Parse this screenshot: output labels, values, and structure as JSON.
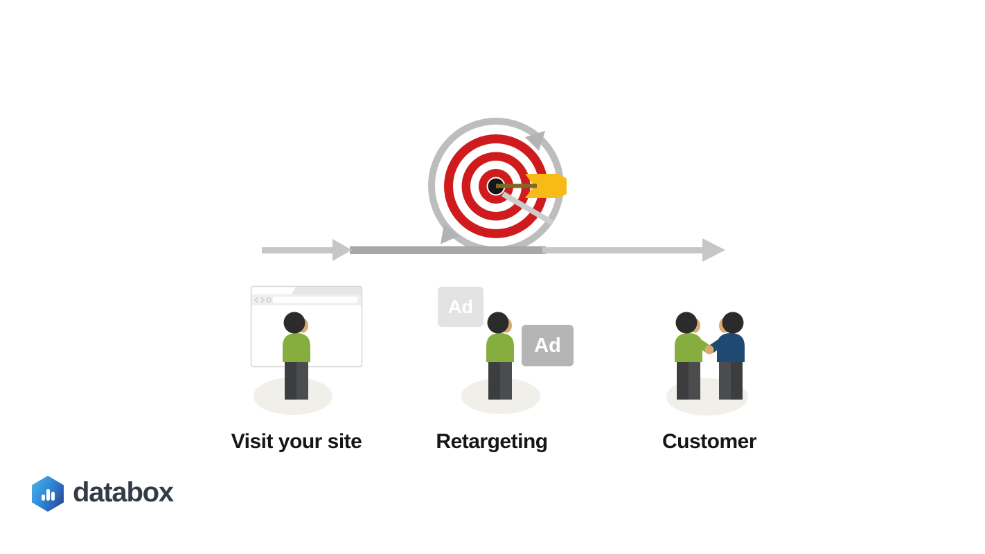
{
  "page": {
    "background": "#ffffff"
  },
  "illustration": {
    "loop": {
      "icon": "circular-retargeting-loop-icon",
      "color": "#bdbdbd",
      "arrowhead_color": "#b3b3b3"
    },
    "target": {
      "icon": "bullseye-target-icon",
      "ring_red": "#cf1b1d",
      "ring_white": "#ffffff",
      "bullseye_black": "#161616",
      "dart_icon": "dart-arrow-icon",
      "dart_yellow": "#f7ba16",
      "dart_shaft": "#7d6824",
      "dart_shadow": "#cccccc"
    },
    "timeline": {
      "icon": "timeline-arrow-icon",
      "light_gray": "#c6c6c6",
      "dark_gray": "#a7a7a7"
    }
  },
  "steps": [
    {
      "id": "visit-your-site",
      "label": "Visit your site",
      "icon": "browser-visitor-icon"
    },
    {
      "id": "retargeting",
      "label": "Retargeting",
      "icon": "ad-retargeting-icon",
      "ad_badges": [
        {
          "label": "Ad",
          "background": "#e3e3e3"
        },
        {
          "label": "Ad",
          "background": "#b5b5b5"
        }
      ]
    },
    {
      "id": "customer",
      "label": "Customer",
      "icon": "handshake-customers-icon"
    }
  ],
  "step_label_color": "#161616",
  "figures": {
    "shirt_green": "#86ae3e",
    "shirt_navy": "#204972",
    "pants_dark": "#3c3d3f",
    "pants_light": "#4b4c4e",
    "skin": "#d9aa6f",
    "hair": "#2b2b2b",
    "ground_shadow": "#f0efe9"
  },
  "browser": {
    "border": "#d5d5d5",
    "chrome": "#efefef",
    "tab_band": "#e6e6e6",
    "nav_icons": [
      "back-icon",
      "forward-icon",
      "refresh-icon"
    ]
  },
  "branding": {
    "logo_text": "databox",
    "logo_text_color": "#333b46",
    "logo_icon": "databox-hexagon-chart-icon",
    "logo_gradient": [
      "#4cb6ea",
      "#2f86d6",
      "#283c8c"
    ]
  }
}
